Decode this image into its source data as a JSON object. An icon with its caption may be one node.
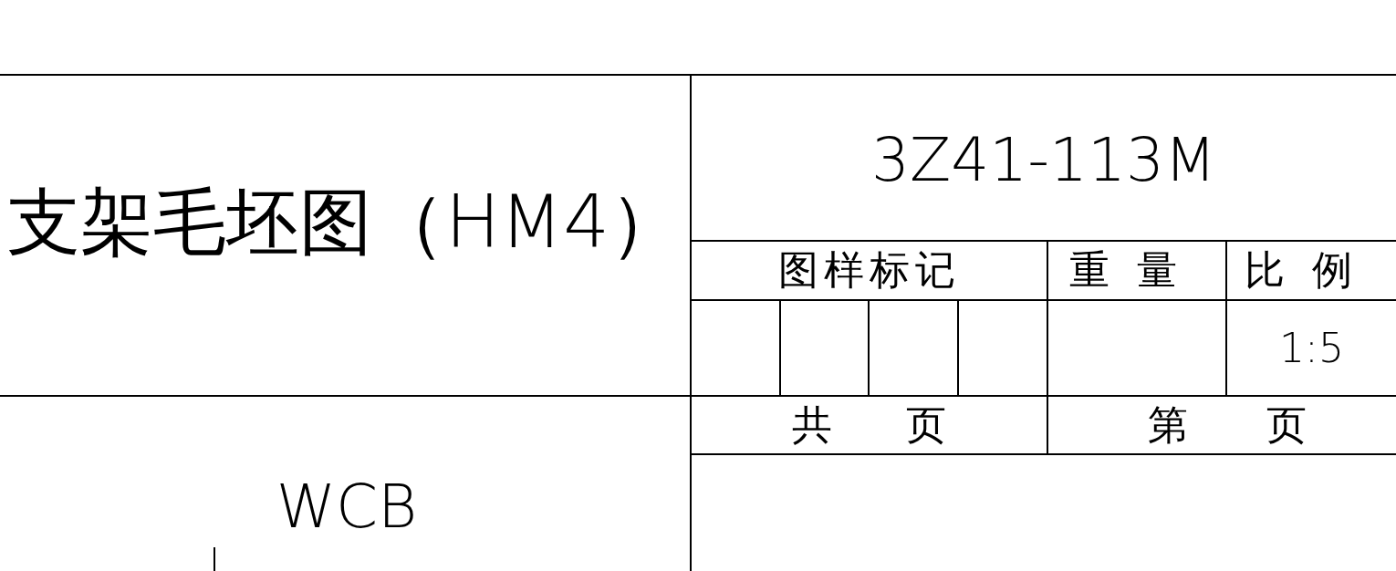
{
  "diagram": {
    "labels": [
      "支架毛坯图（HM4）",
      "3Z41-113M",
      "图样标记",
      "重量",
      "比例",
      "1:5",
      "共",
      "页",
      "第",
      "页",
      "WCB"
    ]
  }
}
